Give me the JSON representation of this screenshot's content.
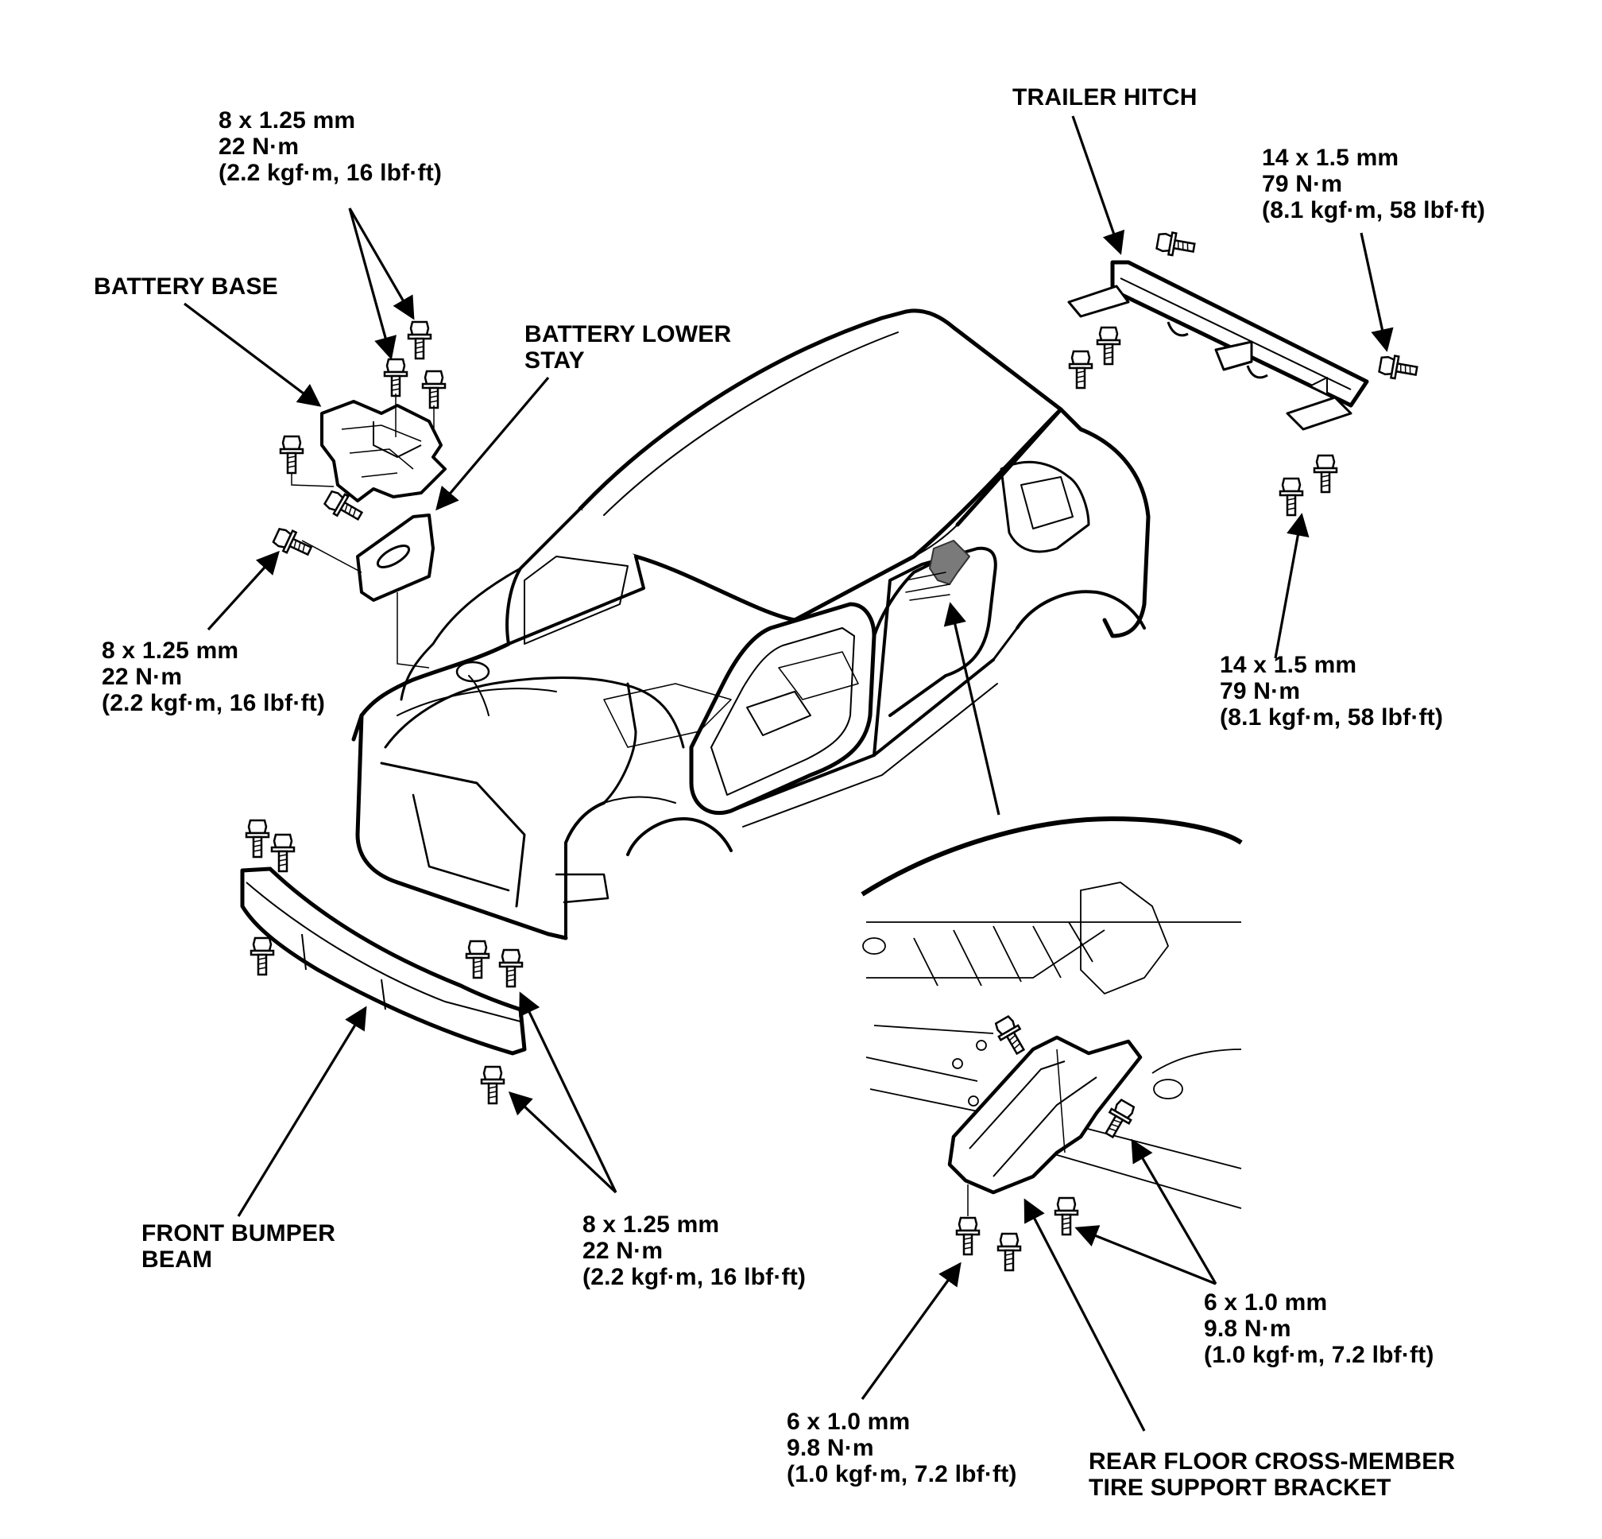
{
  "labels": {
    "battery_base": "BATTERY BASE",
    "battery_lower_stay": [
      "BATTERY LOWER",
      "STAY"
    ],
    "trailer_hitch": "TRAILER HITCH",
    "front_bumper_beam": [
      "FRONT BUMPER",
      "BEAM"
    ],
    "rear_floor_bracket": [
      "REAR FLOOR CROSS-MEMBER",
      "TIRE SUPPORT BRACKET"
    ]
  },
  "torque_specs": {
    "battery_base_top": [
      "8 x 1.25 mm",
      "22 N·m",
      "(2.2 kgf·m, 16 lbf·ft)"
    ],
    "battery_stay_side": [
      "8 x 1.25 mm",
      "22 N·m",
      "(2.2 kgf·m, 16 lbf·ft)"
    ],
    "trailer_hitch_top": [
      "14 x 1.5 mm",
      "79 N·m",
      "(8.1 kgf·m, 58 lbf·ft)"
    ],
    "trailer_hitch_bottom": [
      "14 x 1.5 mm",
      "79 N·m",
      "(8.1 kgf·m, 58 lbf·ft)"
    ],
    "front_bumper": [
      "8 x 1.25 mm",
      "22 N·m",
      "(2.2 kgf·m, 16 lbf·ft)"
    ],
    "rear_bracket_right": [
      "6 x 1.0 mm",
      "9.8 N·m",
      "(1.0 kgf·m, 7.2 lbf·ft)"
    ],
    "rear_bracket_left": [
      "6 x 1.0 mm",
      "9.8 N·m",
      "(1.0 kgf·m, 7.2 lbf·ft)"
    ]
  }
}
